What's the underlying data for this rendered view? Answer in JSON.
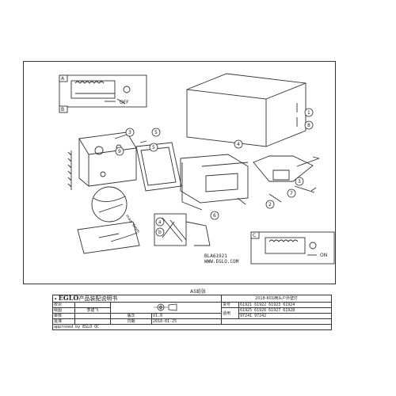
{
  "document": {
    "page_label": "A5纸张"
  },
  "panels": {
    "a": {
      "tag": "A",
      "off_label": "OFF"
    },
    "b": {
      "tag": "B"
    },
    "c": {
      "tag": "C",
      "on_label": "ON"
    }
  },
  "callouts": {
    "c1": "1",
    "c2": "2",
    "c3": "3",
    "c4": "4",
    "c5": "5",
    "c6": "6",
    "c7": "7",
    "c8": "8",
    "c9": "9",
    "ca": "a",
    "cb": "b"
  },
  "diagram_text": {
    "model_code": "BLA61921",
    "website": "WWW.EGLO.COM",
    "max_label": "max. 6mm"
  },
  "title_block": {
    "brand": "EGLO",
    "doc_title": "产品装配说明书",
    "product": "2018-601两头户外壁灯",
    "rows": [
      {
        "label": "校对",
        "value": ""
      },
      {
        "label": "绘图",
        "value": "李建飞"
      },
      {
        "label": "审核",
        "value": ""
      },
      {
        "label": "批准",
        "value": ""
      }
    ],
    "version_label": "版次",
    "version": "V1.0",
    "date_label": "日期",
    "date": "2018-01-25",
    "item_label": "货号",
    "item_numbers": "61921 61922 61923 61924",
    "apply_label": "适用",
    "apply_numbers_1": "61925 61926 61927 61928",
    "apply_numbers_2": "97241 97242",
    "approved": "approved by EGLO QC"
  }
}
